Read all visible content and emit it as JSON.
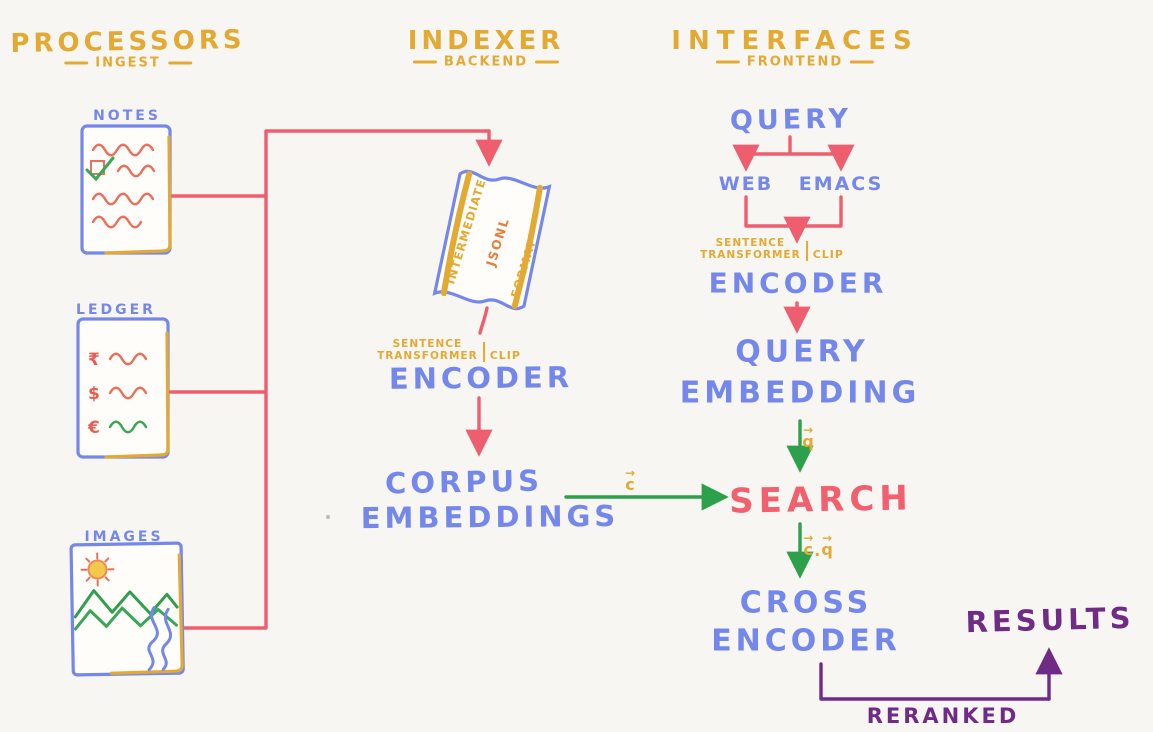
{
  "titles": {
    "processors": {
      "title": "PROCESSORS",
      "subtitle": "INGEST"
    },
    "indexer": {
      "title": "INDEXER",
      "subtitle": "BACKEND"
    },
    "interfaces": {
      "title": "INTERFACES",
      "subtitle": "FRONTEND"
    }
  },
  "processors": {
    "notes": "NOTES",
    "ledger": "LEDGER",
    "images": "IMAGES",
    "currency_symbols": [
      "₹",
      "$",
      "€"
    ]
  },
  "model": {
    "line1": "SENTENCE",
    "line2": "TRANSFORMER",
    "alt": "CLIP"
  },
  "indexer": {
    "scroll": {
      "left": "INTERMEDIATE",
      "center": "JSONL",
      "right": "FORMAT"
    },
    "encoder": "ENCODER",
    "corpus": {
      "line1": "CORPUS",
      "line2": "EMBEDDINGS"
    }
  },
  "interfaces": {
    "query": "QUERY",
    "web": "WEB",
    "emacs": "EMACS",
    "encoder": "ENCODER",
    "query_embedding": {
      "line1": "QUERY",
      "line2": "EMBEDDING"
    },
    "search": "SEARCH",
    "cross_encoder": {
      "line1": "CROSS",
      "line2": "ENCODER"
    },
    "results": "RESULTS",
    "reranked": "RERANKED"
  },
  "vectors": {
    "arrow": "→",
    "corpus": "c",
    "query": "q",
    "dot": "."
  },
  "colors": {
    "yellow": "#e3aa33",
    "blue": "#7487ea",
    "red": "#ee5e6f",
    "green": "#2da04b",
    "purple": "#6f2b85",
    "orange": "#e67e3f",
    "background": "#f7f6f3"
  }
}
